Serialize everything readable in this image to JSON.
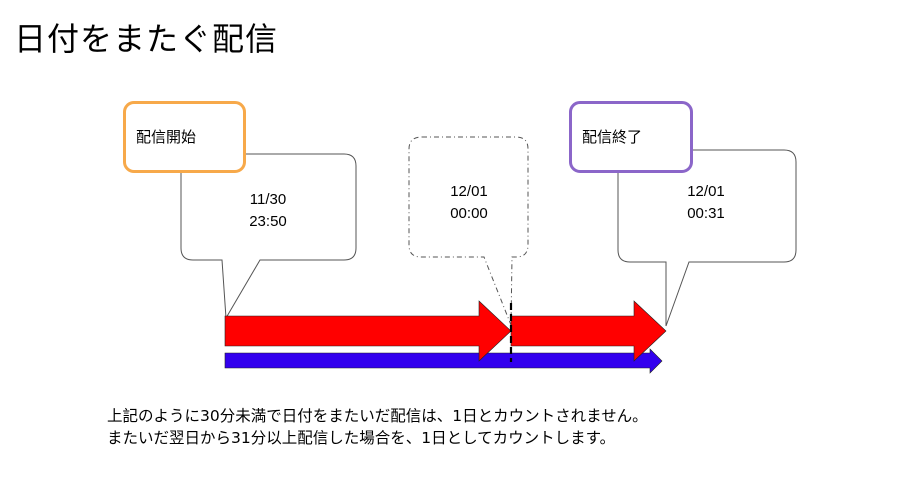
{
  "title": "日付をまたぐ配信",
  "labels": {
    "start": "配信開始",
    "end": "配信終了"
  },
  "bubbles": [
    {
      "text": "11/30\n23:50"
    },
    {
      "text": "12/01\n00:00"
    },
    {
      "text": "12/01\n00:31"
    }
  ],
  "note": {
    "line1": "上記のように30分未満で日付をまたいだ配信は、1日とカウントされません。",
    "line2": "またいだ翌日から31分以上配信した場合を、1日としてカウントします。"
  },
  "colors": {
    "arrow_red": "#ff0000",
    "arrow_blue": "#3300ee",
    "start_border": "#f7a94a",
    "end_border": "#8b66c9",
    "bubble_border": "#555555"
  }
}
